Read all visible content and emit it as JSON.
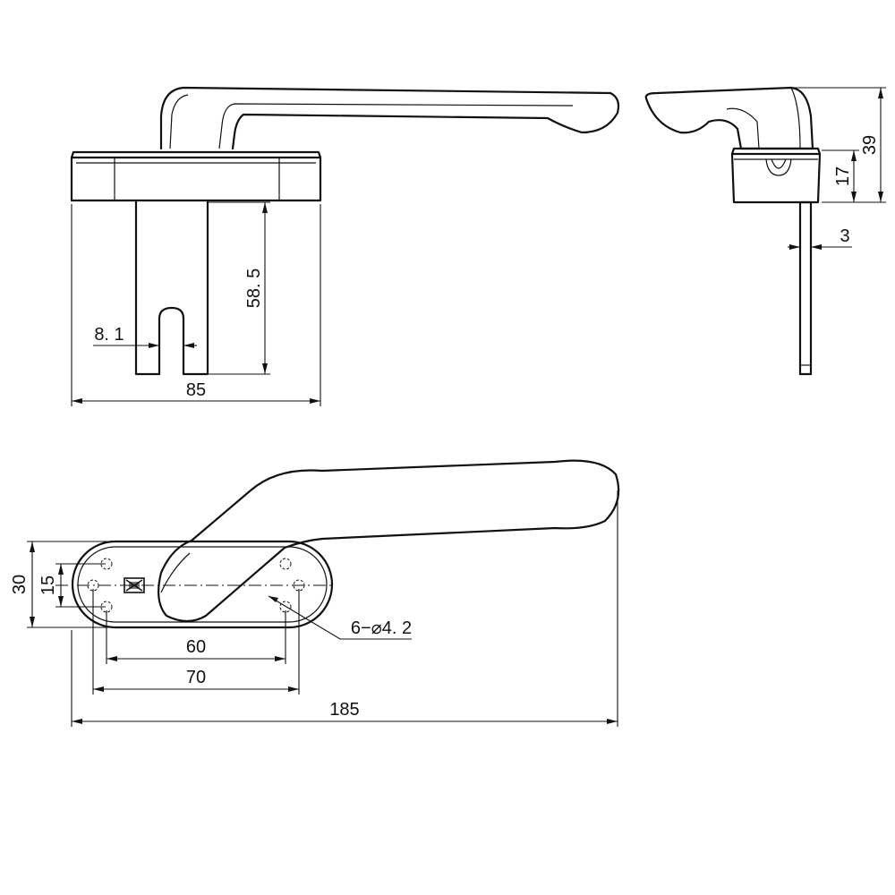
{
  "views": {
    "front": "front-elevation",
    "side": "side-elevation",
    "plan": "plan-view"
  },
  "dimensions": {
    "backplate_width": "85",
    "spindle_length": "58. 5",
    "slot_width": "8. 1",
    "total_height": "39",
    "base_height": "17",
    "spindle_thickness": "3",
    "plate_height": "30",
    "hole_spacing_vertical": "15",
    "hole_spacing_inner": "60",
    "hole_spacing_outer": "70",
    "total_length": "185",
    "hole_callout": "6−⌀4. 2"
  }
}
